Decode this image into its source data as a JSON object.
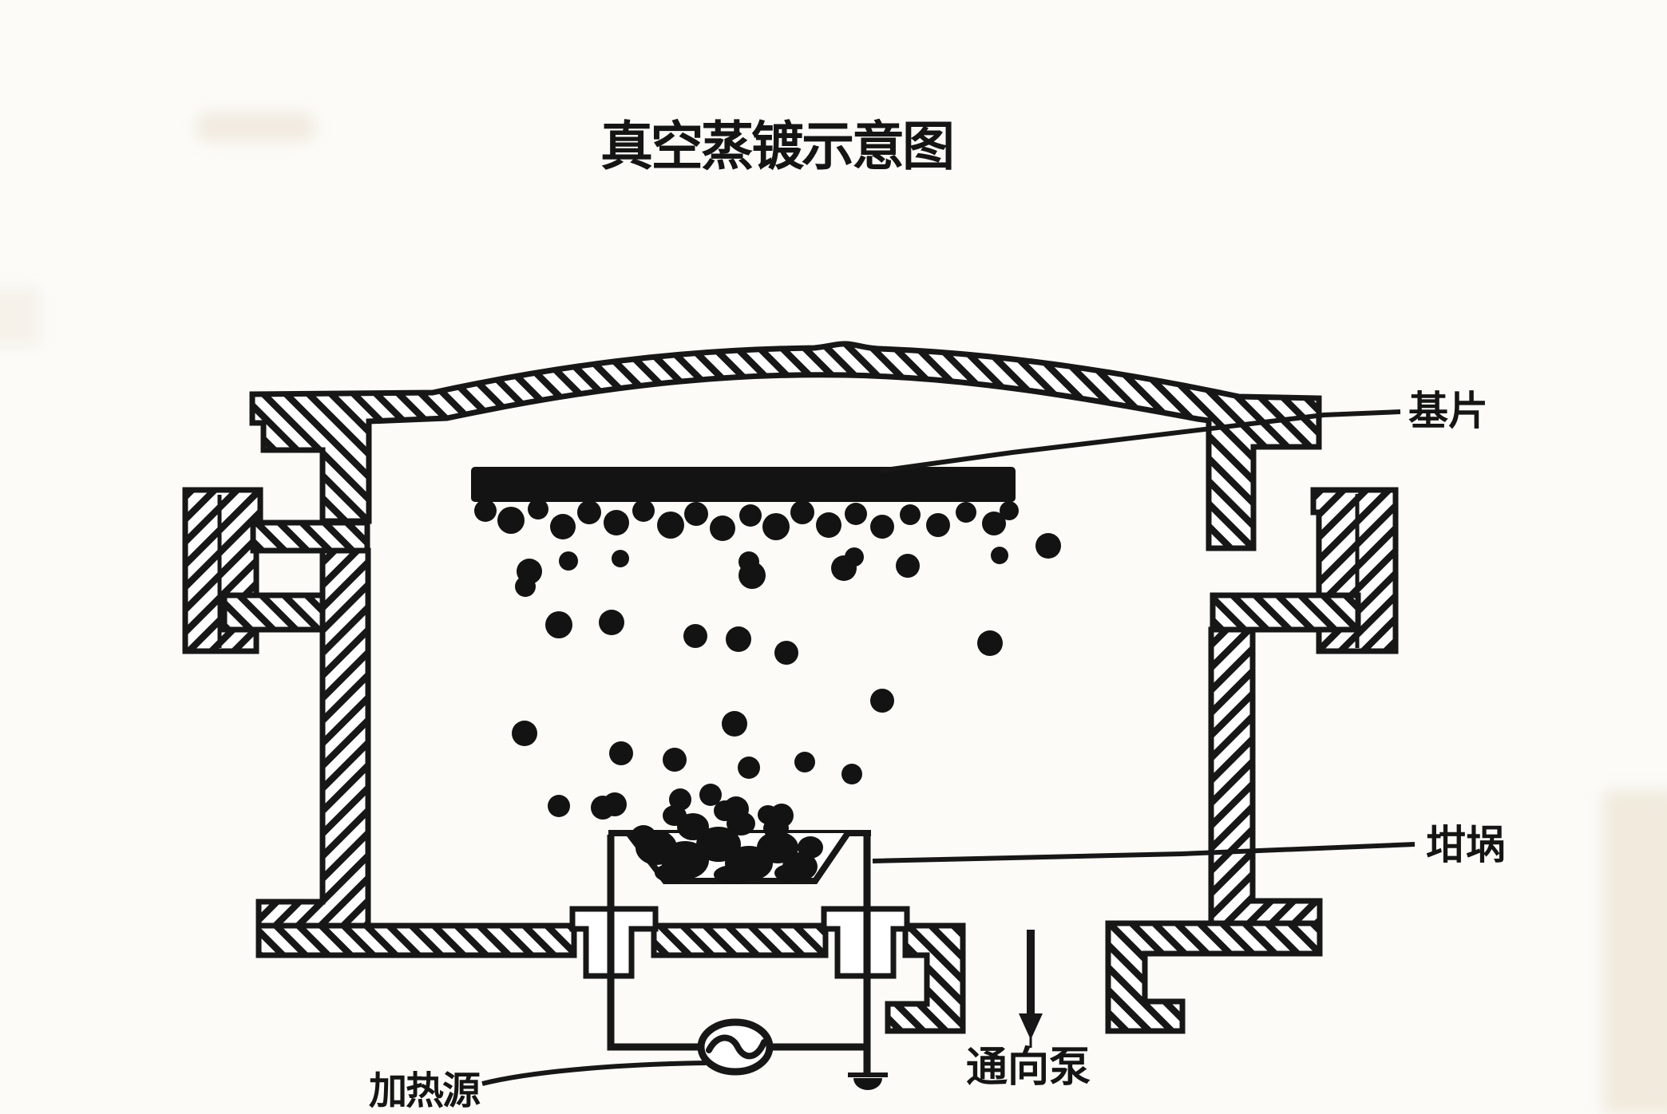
{
  "figure": {
    "title": "真空蒸镀示意图",
    "type": "schematic-diagram"
  },
  "labels": {
    "substrate": "基片",
    "crucible": "坩埚",
    "heating_source": "加热源",
    "to_pump": "通向泵"
  },
  "icons": {
    "ac_source": "sine-wave-in-circle",
    "ground": "earth-ground",
    "pump_direction": "down-arrow"
  },
  "colors": {
    "ink": "#171717",
    "paper": "#fcfbf8",
    "smudge": "#e9dfcd"
  }
}
